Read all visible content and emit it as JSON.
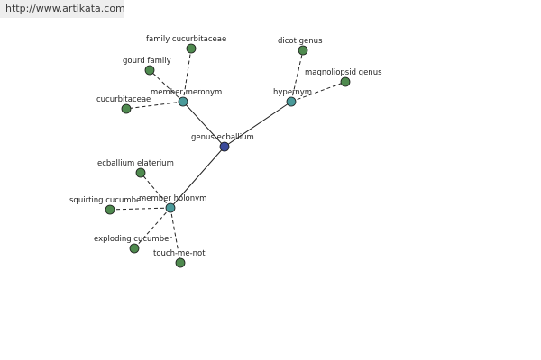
{
  "watermark": {
    "url_text": "http://www.artikata.com"
  },
  "colors": {
    "root_node": "#3b4a9a",
    "relation_node": "#4a9a9a",
    "leaf_node": "#4f8a4f",
    "solid_edge": "#222222",
    "dashed_edge": "#222222"
  },
  "graph": {
    "root": {
      "id": "root",
      "label": "genus ecballium"
    },
    "relations": [
      {
        "id": "meronym",
        "label": "member meronym"
      },
      {
        "id": "hypernym",
        "label": "hypernym"
      },
      {
        "id": "holonym",
        "label": "member holonym"
      }
    ],
    "leaves": [
      {
        "id": "fam",
        "label": "family cucurbitaceae",
        "parent": "meronym"
      },
      {
        "id": "gourd",
        "label": "gourd family",
        "parent": "meronym"
      },
      {
        "id": "cucu",
        "label": "cucurbitaceae",
        "parent": "meronym"
      },
      {
        "id": "dicot",
        "label": "dicot genus",
        "parent": "hypernym"
      },
      {
        "id": "magno",
        "label": "magnoliopsid genus",
        "parent": "hypernym"
      },
      {
        "id": "elat",
        "label": "ecballium elaterium",
        "parent": "holonym"
      },
      {
        "id": "squirt",
        "label": "squirting cucumber",
        "parent": "holonym"
      },
      {
        "id": "explode",
        "label": "exploding cucumber",
        "parent": "holonym"
      },
      {
        "id": "touch",
        "label": "touch-me-not",
        "parent": "holonym"
      }
    ]
  }
}
